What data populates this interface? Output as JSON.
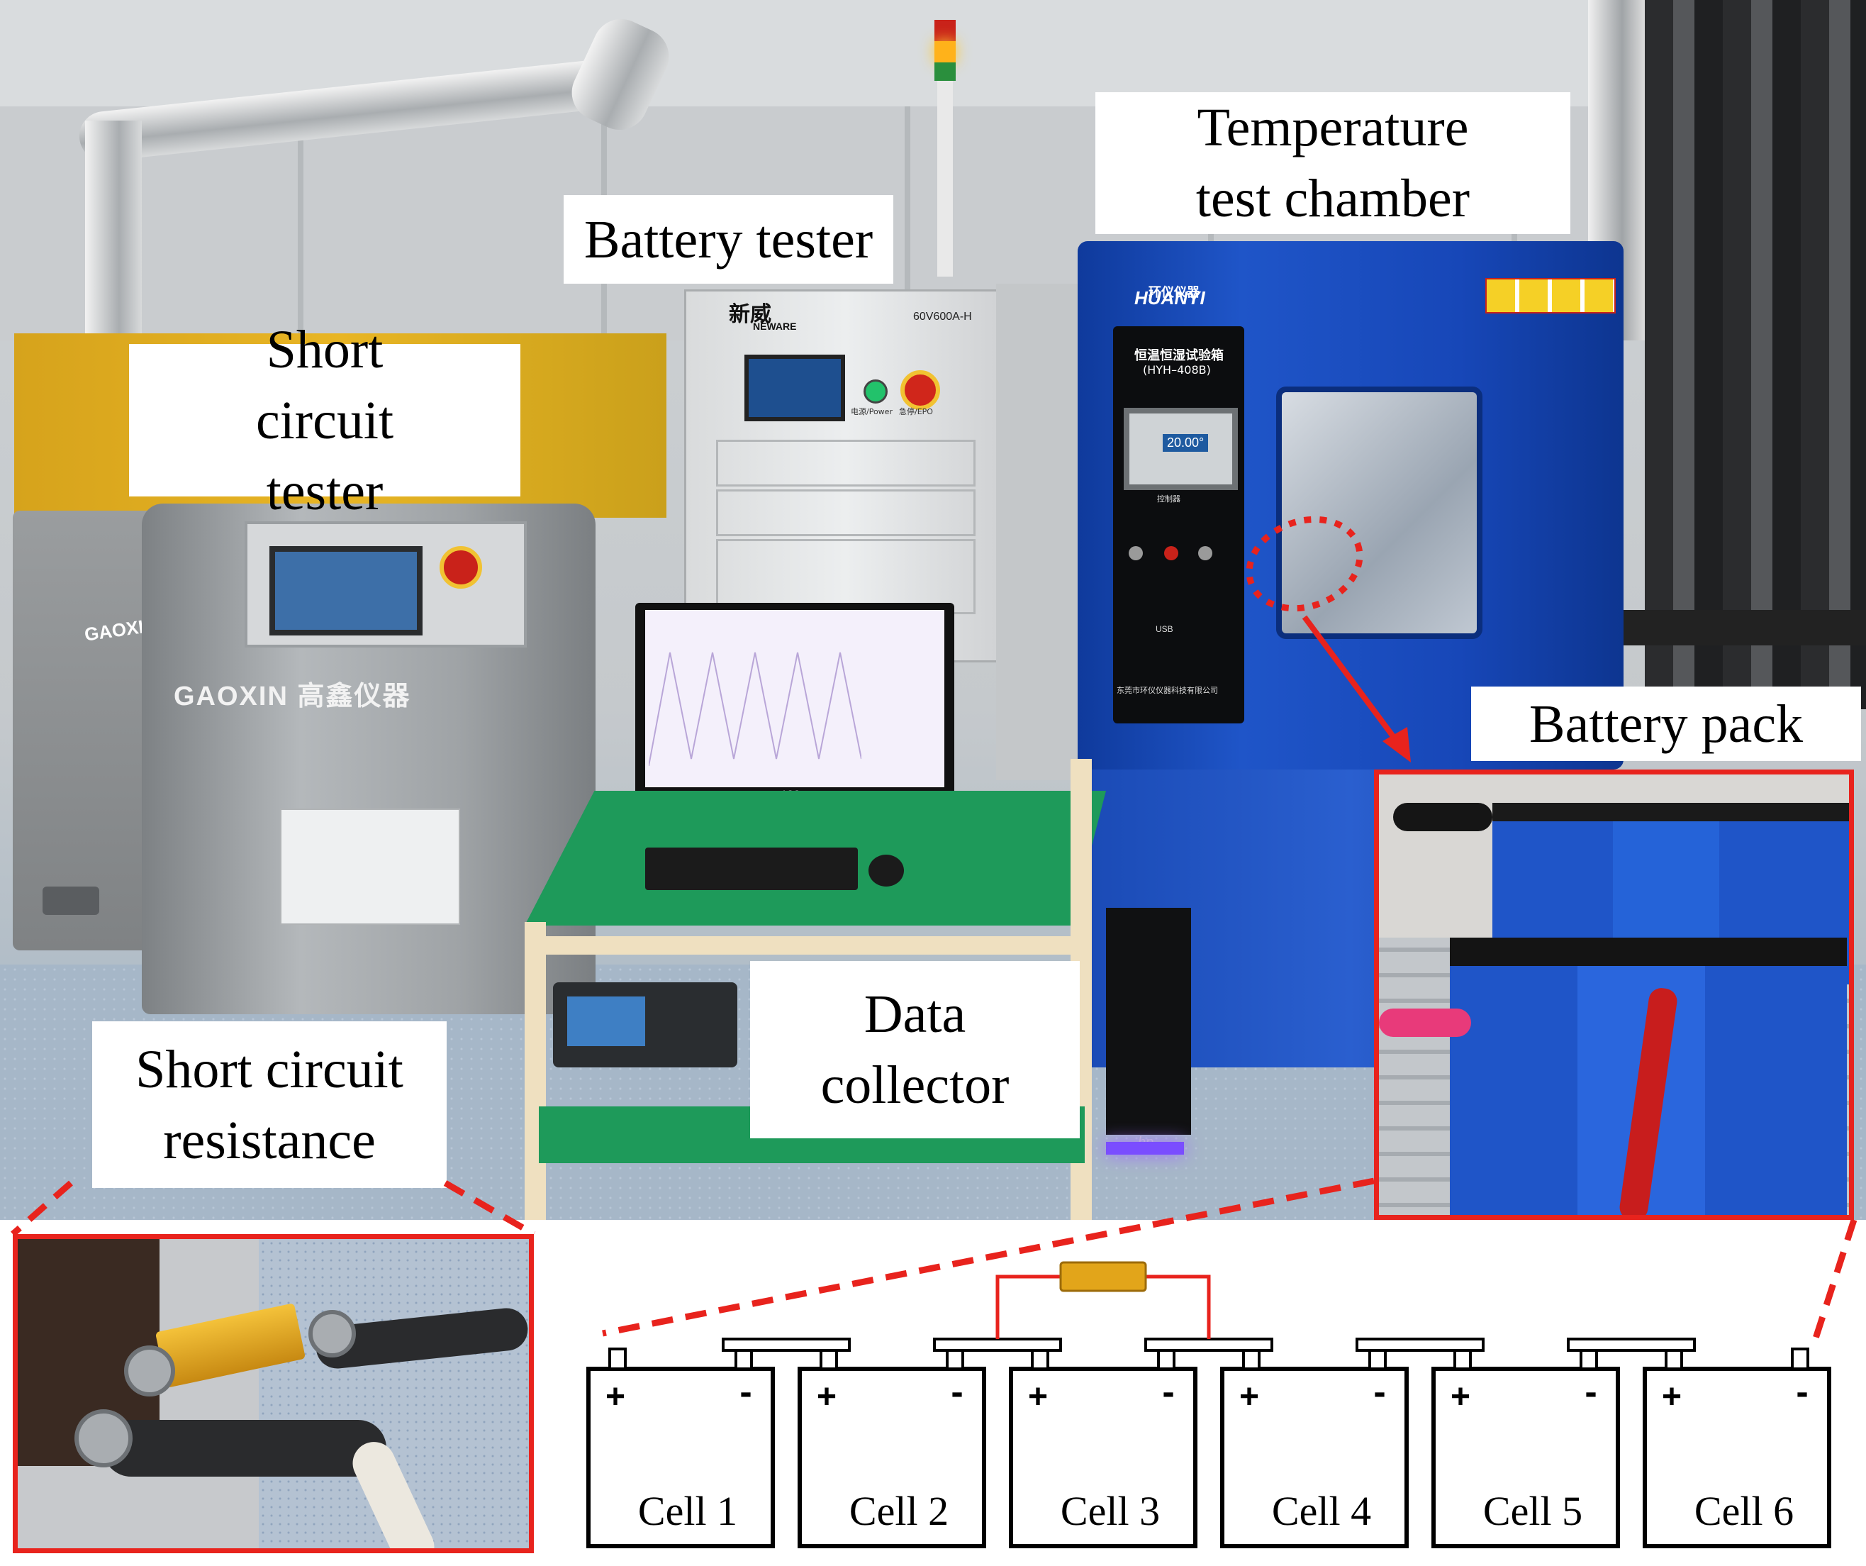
{
  "labels": {
    "short_circuit_tester": "Short circuit tester",
    "battery_tester": "Battery tester",
    "temperature_test_chamber": "Temperature test chamber",
    "battery_pack": "Battery pack",
    "data_collector": "Data collector",
    "short_circuit_resistance": "Short circuit resistance"
  },
  "equipment_text": {
    "gaoxin_brand": "GAOXIN 高鑫仪器",
    "gaoxin_side": "GAOXIN 高鑫仪器",
    "neware_brand": "新威",
    "neware_sub": "NEWARE",
    "neware_model": "60V600A-H",
    "neware_power": "电源/Power",
    "neware_estop": "急停/EPO",
    "chamber_brand": "环仪仪器",
    "chamber_brand_en": "HUANYI",
    "chamber_name": "恒温恒湿试验箱",
    "chamber_model": "(HYH–408B)",
    "chamber_temp": "20.00°",
    "chamber_control": "控制器",
    "chamber_usb": "USB",
    "chamber_company": "东莞市环仪仪器科技有限公司",
    "monitor_brand": "AOC",
    "pc_brand": "hp"
  },
  "circuit": {
    "cells": [
      {
        "label": "Cell 1",
        "plus": "+",
        "minus": "-"
      },
      {
        "label": "Cell 2",
        "plus": "+",
        "minus": "-"
      },
      {
        "label": "Cell 3",
        "plus": "+",
        "minus": "-"
      },
      {
        "label": "Cell 4",
        "plus": "+",
        "minus": "-"
      },
      {
        "label": "Cell 5",
        "plus": "+",
        "minus": "-"
      },
      {
        "label": "Cell 6",
        "plus": "+",
        "minus": "-"
      }
    ]
  },
  "colors": {
    "highlight_red": "#e8231d",
    "chamber_blue": "#1747b8",
    "resistor_gold": "#e2a51a",
    "cart_green": "#1e9a5a",
    "cell_blue": "#1f55c8"
  }
}
